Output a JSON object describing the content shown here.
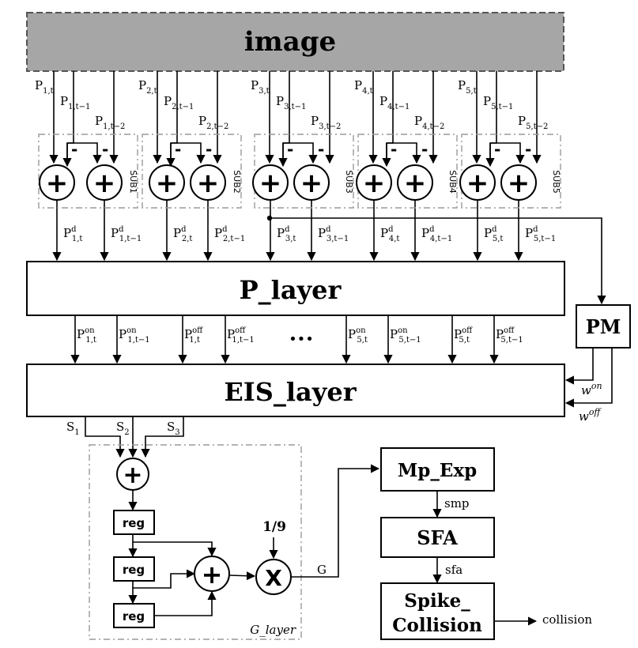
{
  "blocks": {
    "image": "image",
    "p_layer": "P_layer",
    "eis_layer": "EIS_layer",
    "pm": "PM",
    "mp_exp": "Mp_Exp",
    "sfa": "SFA",
    "spike_line1": "Spike_",
    "spike_line2": "Collision",
    "g_layer": "G_layer",
    "reg": "reg",
    "scale": "1/9"
  },
  "sub_labels": [
    "SUB1",
    "SUB2",
    "SUB3",
    "SUB4",
    "SUB5"
  ],
  "image_outputs": [
    {
      "base": "P",
      "sub": "1,t"
    },
    {
      "base": "P",
      "sub": "1,t−1"
    },
    {
      "base": "P",
      "sub": "1,t−2"
    },
    {
      "base": "P",
      "sub": "2,t"
    },
    {
      "base": "P",
      "sub": "2,t−1"
    },
    {
      "base": "P",
      "sub": "2,t−2"
    },
    {
      "base": "P",
      "sub": "3,t"
    },
    {
      "base": "P",
      "sub": "3,t−1"
    },
    {
      "base": "P",
      "sub": "3,t−2"
    },
    {
      "base": "P",
      "sub": "4,t"
    },
    {
      "base": "P",
      "sub": "4,t−1"
    },
    {
      "base": "P",
      "sub": "4,t−2"
    },
    {
      "base": "P",
      "sub": "5,t"
    },
    {
      "base": "P",
      "sub": "5,t−1"
    },
    {
      "base": "P",
      "sub": "5,t−2"
    }
  ],
  "diff_outputs": [
    {
      "base": "P",
      "sup": "d",
      "sub": "1,t"
    },
    {
      "base": "P",
      "sup": "d",
      "sub": "1,t−1"
    },
    {
      "base": "P",
      "sup": "d",
      "sub": "2,t"
    },
    {
      "base": "P",
      "sup": "d",
      "sub": "2,t−1"
    },
    {
      "base": "P",
      "sup": "d",
      "sub": "3,t"
    },
    {
      "base": "P",
      "sup": "d",
      "sub": "3,t−1"
    },
    {
      "base": "P",
      "sup": "d",
      "sub": "4,t"
    },
    {
      "base": "P",
      "sup": "d",
      "sub": "4,t−1"
    },
    {
      "base": "P",
      "sup": "d",
      "sub": "5,t"
    },
    {
      "base": "P",
      "sup": "d",
      "sub": "5,t−1"
    }
  ],
  "player_outputs": [
    {
      "base": "P",
      "sup": "on",
      "sub": "1,t"
    },
    {
      "base": "P",
      "sup": "on",
      "sub": "1,t−1"
    },
    {
      "base": "P",
      "sup": "off",
      "sub": "1,t"
    },
    {
      "base": "P",
      "sup": "off",
      "sub": "1,t−1"
    },
    {
      "base": "P",
      "sup": "on",
      "sub": "5,t"
    },
    {
      "base": "P",
      "sup": "on",
      "sub": "5,t−1"
    },
    {
      "base": "P",
      "sup": "off",
      "sub": "5,t"
    },
    {
      "base": "P",
      "sup": "off",
      "sub": "5,t−1"
    }
  ],
  "ellipsis": "•••",
  "weights": [
    {
      "base": "w",
      "sup": "on"
    },
    {
      "base": "w",
      "sup": "off"
    }
  ],
  "eis_outputs": [
    {
      "base": "S",
      "sub": "1"
    },
    {
      "base": "S",
      "sub": "2"
    },
    {
      "base": "S",
      "sub": "3"
    }
  ],
  "signals": {
    "g": "G",
    "smp": "smp",
    "sfa": "sfa",
    "collision": "collision"
  },
  "operators": {
    "plus": "+",
    "minus": "-",
    "times": "X"
  }
}
